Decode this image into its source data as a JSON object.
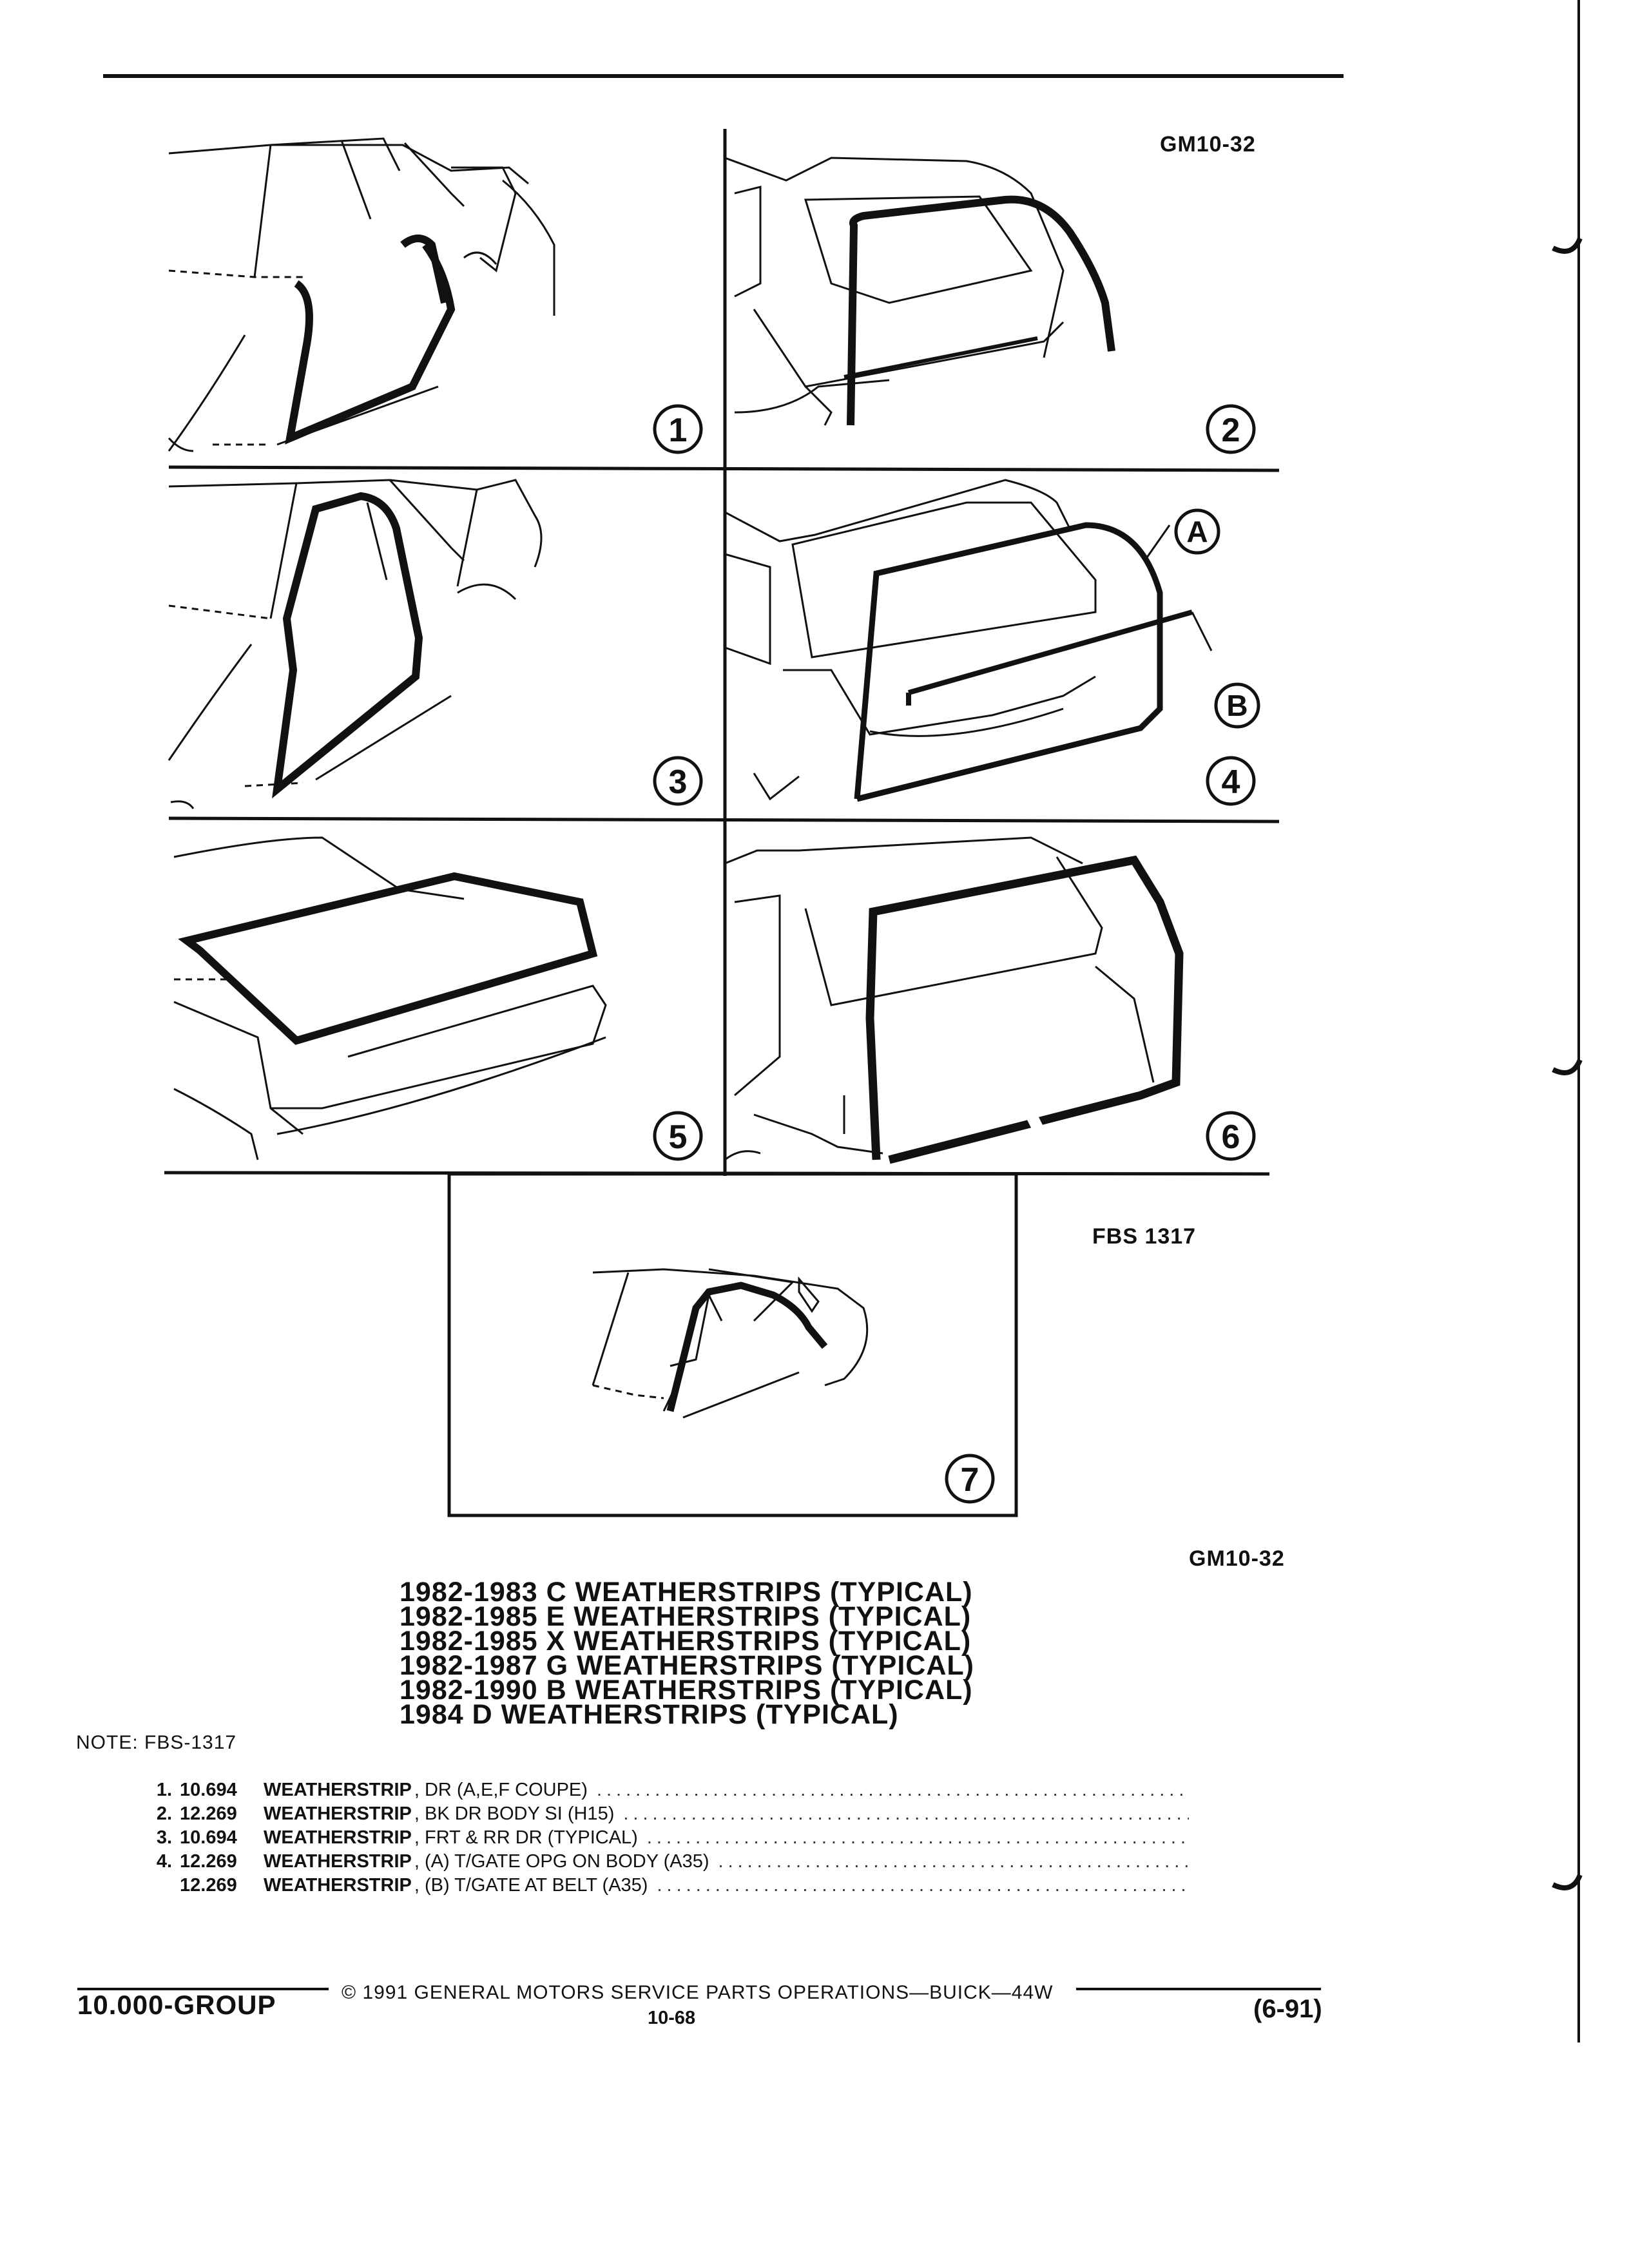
{
  "header": {
    "gm_code_top": "GM10-32"
  },
  "figures": {
    "circled_labels": [
      "1",
      "2",
      "3",
      "4",
      "5",
      "6",
      "7"
    ],
    "callout_a": "A",
    "callout_b": "B",
    "fbs_code": "FBS 1317",
    "gm_code_bottom": "GM10-32"
  },
  "title_lines": [
    "1982-1983 C WEATHERSTRIPS (TYPICAL)",
    "1982-1985 E WEATHERSTRIPS (TYPICAL)",
    "1982-1985 X WEATHERSTRIPS (TYPICAL)",
    "1982-1987 G WEATHERSTRIPS (TYPICAL)",
    "1982-1990 B WEATHERSTRIPS (TYPICAL)",
    "1984 D WEATHERSTRIPS (TYPICAL)"
  ],
  "note": "NOTE:  FBS-1317",
  "parts": [
    {
      "index": "1.",
      "number": "10.694",
      "name": "WEATHERSTRIP",
      "desc": ", DR (A,E,F COUPE)"
    },
    {
      "index": "2.",
      "number": "12.269",
      "name": "WEATHERSTRIP",
      "desc": ", BK DR BODY SI (H15)"
    },
    {
      "index": "3.",
      "number": "10.694",
      "name": "WEATHERSTRIP",
      "desc": ", FRT & RR DR (TYPICAL)"
    },
    {
      "index": "4.",
      "number": "12.269",
      "name": "WEATHERSTRIP",
      "desc": ", (A) T/GATE OPG ON BODY (A35)"
    },
    {
      "index": "",
      "number": "12.269",
      "name": "WEATHERSTRIP",
      "desc": ", (B) T/GATE AT BELT (A35)"
    }
  ],
  "footer": {
    "group": "10.000-GROUP",
    "copyright": "©  1991  GENERAL MOTORS SERVICE PARTS OPERATIONS—BUICK—44W",
    "page": "10-68",
    "date": "(6-91)"
  }
}
